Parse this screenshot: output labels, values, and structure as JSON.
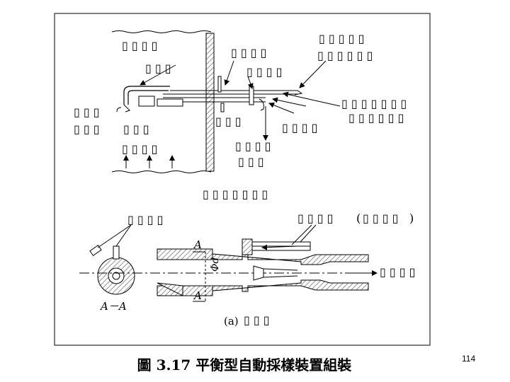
{
  "figure": {
    "caption": "圖 3.17 平衡型自動採樣裝置組裝",
    "page_number": "114",
    "subcaption_prefix": "(a)",
    "section_label": "A－A",
    "axis_letter": "A",
    "dimension_label": "Φd",
    "paren_open": "(",
    "paren_close": ")"
  },
  "colors": {
    "frame": "#000000",
    "hatch": "#777777",
    "text": "#000000"
  }
}
